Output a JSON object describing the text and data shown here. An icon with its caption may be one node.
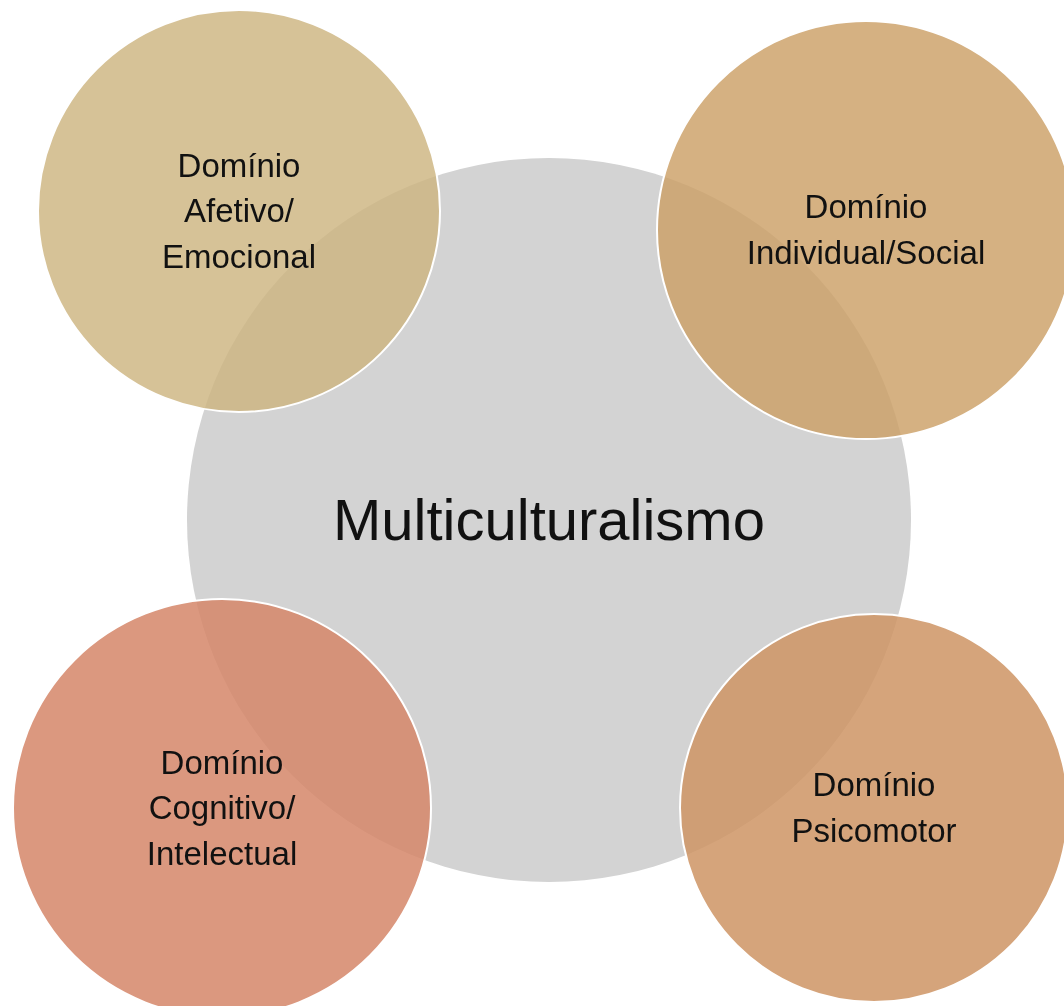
{
  "diagram": {
    "nodes": [
      {
        "text": [
          "Domínio Afetivo/ Emocional"
        ]
      },
      {
        "text": [
          "Domínio Individual/Social"
        ]
      },
      {
        "text": [
          "Multiculturalismo"
        ]
      },
      {
        "text": [
          "Domínio Cognitivo/ Intelectual"
        ]
      },
      {
        "text": [
          "Domínio Psicomotor"
        ]
      }
    ]
  }
}
